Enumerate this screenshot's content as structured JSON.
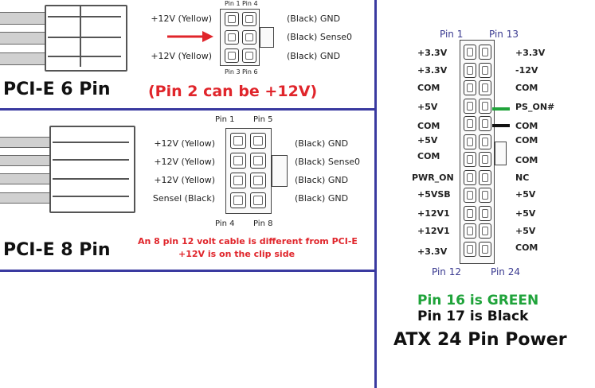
{
  "pcie6": {
    "title": "PCI-E 6 Pin",
    "note": "(Pin 2 can be +12V)",
    "pin1": "Pin 1",
    "pin4": "Pin 4",
    "pin3": "Pin 3",
    "pin6": "Pin 6",
    "left_labels": [
      "+12V (Yellow)",
      "+12V (Yellow)"
    ],
    "right_labels": [
      "(Black)  GND",
      "(Black)  Sense0",
      "(Black)  GND"
    ]
  },
  "pcie8": {
    "title": "PCI-E 8 Pin",
    "note_line1": "An 8 pin 12 volt cable is different from PCI-E",
    "note_line2": "+12V is on the clip side",
    "pin1": "Pin 1",
    "pin5": "Pin 5",
    "pin4": "Pin 4",
    "pin8": "Pin 8",
    "left_labels": [
      "+12V (Yellow)",
      "+12V (Yellow)",
      "+12V (Yellow)",
      "Sensel (Black)"
    ],
    "right_labels": [
      "(Black) GND",
      "(Black) Sense0",
      "(Black) GND",
      "(Black) GND"
    ]
  },
  "atx24": {
    "pin1": "Pin 1",
    "pin13": "Pin 13",
    "pin12": "Pin 12",
    "pin24": "Pin 24",
    "left_labels": [
      "+3.3V",
      "+3.3V",
      "COM",
      "+5V",
      "COM",
      "+5V",
      "COM",
      "PWR_ON",
      "+5VSB",
      "+12V1",
      "+12V1",
      "+3.3V"
    ],
    "right_labels": [
      "+3.3V",
      "-12V",
      "COM",
      "PS_ON#",
      "COM",
      "COM",
      "COM",
      "NC",
      "+5V",
      "+5V",
      "+5V",
      "COM"
    ],
    "green_note": "Pin 16 is GREEN",
    "black_note": "Pin 17 is Black",
    "title": "ATX 24 Pin Power",
    "colors": {
      "green": "#1fa33a",
      "black": "#111111",
      "accent_red": "#e0252b",
      "divider": "#3a3aa0"
    }
  }
}
